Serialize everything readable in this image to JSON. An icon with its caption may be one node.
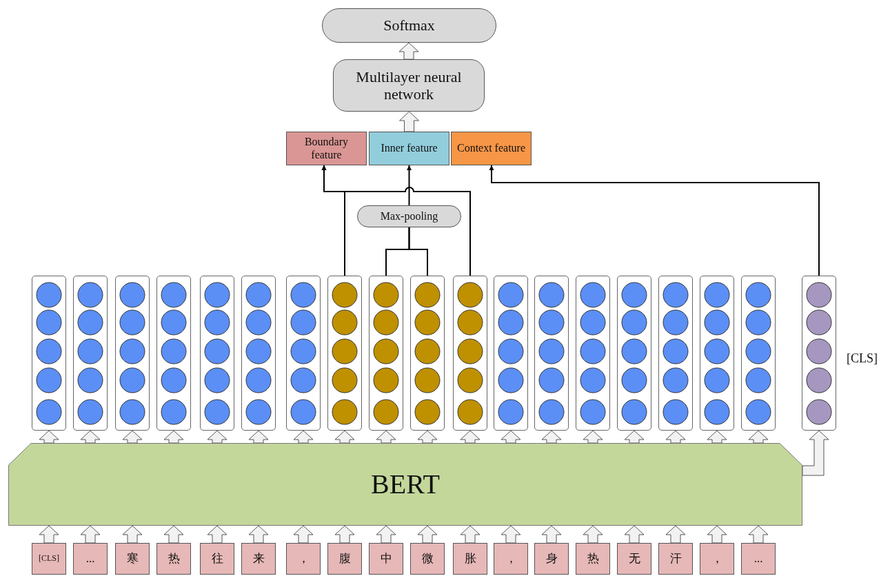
{
  "diagram": {
    "nodes": [
      {
        "text": [
          "Softmax"
        ]
      },
      {
        "text": [
          "Multilayer neural network"
        ]
      },
      {
        "text": [
          "Boundary feature"
        ]
      },
      {
        "text": [
          "Inner feature"
        ]
      },
      {
        "text": [
          "Context feature"
        ]
      },
      {
        "text": [
          "Max-pooling"
        ]
      },
      {
        "text": [],
        "shape": "box"
      },
      {
        "text": [],
        "shape": "box"
      },
      {
        "text": [],
        "shape": "box"
      },
      {
        "text": [],
        "shape": "box"
      },
      {
        "text": [],
        "shape": "box"
      },
      {
        "text": [],
        "shape": "box"
      },
      {
        "text": [],
        "shape": "box"
      },
      {
        "text": [],
        "shape": "box"
      },
      {
        "text": [],
        "shape": "box"
      },
      {
        "text": [],
        "shape": "box"
      },
      {
        "text": [],
        "shape": "box"
      },
      {
        "text": [],
        "shape": "box"
      },
      {
        "text": [],
        "shape": "box"
      },
      {
        "text": [],
        "shape": "box"
      },
      {
        "text": [],
        "shape": "box"
      },
      {
        "text": [],
        "shape": "box"
      },
      {
        "text": [],
        "shape": "box"
      },
      {
        "text": [],
        "shape": "box"
      },
      {
        "text": [],
        "shape": "box",
        "beside": [
          "[CLS]"
        ]
      },
      {
        "text": [
          "BERT"
        ]
      },
      {
        "text": [
          "[CLS]"
        ]
      },
      {
        "text": [
          "..."
        ]
      },
      {
        "text": [
          "寒"
        ]
      },
      {
        "text": [
          "热"
        ]
      },
      {
        "text": [
          "往"
        ]
      },
      {
        "text": [
          "来"
        ]
      },
      {
        "text": [
          "，"
        ]
      },
      {
        "text": [
          "腹"
        ]
      },
      {
        "text": [
          "中"
        ]
      },
      {
        "text": [
          "微"
        ]
      },
      {
        "text": [
          "胀"
        ]
      },
      {
        "text": [
          "，"
        ]
      },
      {
        "text": [
          "身"
        ]
      },
      {
        "text": [
          "热"
        ]
      },
      {
        "text": [
          "无"
        ]
      },
      {
        "text": [
          "汗"
        ]
      },
      {
        "text": [
          "，"
        ]
      },
      {
        "text": [
          "..."
        ]
      }
    ],
    "edges": [
      {
        "from": 1,
        "to": 0,
        "arrow": "to",
        "style": "thick"
      },
      {
        "from": 3,
        "to": 1,
        "arrow": "to",
        "style": "thick"
      },
      {
        "from": 13,
        "to": 2,
        "arrow": "to"
      },
      {
        "from": 16,
        "to": 2,
        "arrow": "to"
      },
      {
        "from": 14,
        "to": 5,
        "arrow": "none"
      },
      {
        "from": 15,
        "to": 5,
        "arrow": "none"
      },
      {
        "from": 5,
        "to": 3,
        "arrow": "to"
      },
      {
        "from": 24,
        "to": 4,
        "arrow": "to"
      },
      {
        "from": 25,
        "to": 24,
        "arrow": "to",
        "style": "thick"
      },
      {
        "from": 25,
        "to": 6,
        "arrow": "to",
        "style": "thick"
      },
      {
        "from": 25,
        "to": 7,
        "arrow": "to",
        "style": "thick"
      },
      {
        "from": 25,
        "to": 8,
        "arrow": "to",
        "style": "thick"
      },
      {
        "from": 25,
        "to": 9,
        "arrow": "to",
        "style": "thick"
      },
      {
        "from": 25,
        "to": 10,
        "arrow": "to",
        "style": "thick"
      },
      {
        "from": 25,
        "to": 11,
        "arrow": "to",
        "style": "thick"
      },
      {
        "from": 25,
        "to": 12,
        "arrow": "to",
        "style": "thick"
      },
      {
        "from": 25,
        "to": 13,
        "arrow": "to",
        "style": "thick"
      },
      {
        "from": 25,
        "to": 14,
        "arrow": "to",
        "style": "thick"
      },
      {
        "from": 25,
        "to": 15,
        "arrow": "to",
        "style": "thick"
      },
      {
        "from": 25,
        "to": 16,
        "arrow": "to",
        "style": "thick"
      },
      {
        "from": 25,
        "to": 17,
        "arrow": "to",
        "style": "thick"
      },
      {
        "from": 25,
        "to": 18,
        "arrow": "to",
        "style": "thick"
      },
      {
        "from": 25,
        "to": 19,
        "arrow": "to",
        "style": "thick"
      },
      {
        "from": 25,
        "to": 20,
        "arrow": "to",
        "style": "thick"
      },
      {
        "from": 25,
        "to": 21,
        "arrow": "to",
        "style": "thick"
      },
      {
        "from": 25,
        "to": 22,
        "arrow": "to",
        "style": "thick"
      },
      {
        "from": 25,
        "to": 23,
        "arrow": "to",
        "style": "thick"
      },
      {
        "from": 26,
        "to": 25,
        "arrow": "to",
        "style": "thick"
      },
      {
        "from": 27,
        "to": 25,
        "arrow": "to",
        "style": "thick"
      },
      {
        "from": 28,
        "to": 25,
        "arrow": "to",
        "style": "thick"
      },
      {
        "from": 29,
        "to": 25,
        "arrow": "to",
        "style": "thick"
      },
      {
        "from": 30,
        "to": 25,
        "arrow": "to",
        "style": "thick"
      },
      {
        "from": 31,
        "to": 25,
        "arrow": "to",
        "style": "thick"
      },
      {
        "from": 32,
        "to": 25,
        "arrow": "to",
        "style": "thick"
      },
      {
        "from": 33,
        "to": 25,
        "arrow": "to",
        "style": "thick"
      },
      {
        "from": 34,
        "to": 25,
        "arrow": "to",
        "style": "thick"
      },
      {
        "from": 35,
        "to": 25,
        "arrow": "to",
        "style": "thick"
      },
      {
        "from": 36,
        "to": 25,
        "arrow": "to",
        "style": "thick"
      },
      {
        "from": 37,
        "to": 25,
        "arrow": "to",
        "style": "thick"
      },
      {
        "from": 38,
        "to": 25,
        "arrow": "to",
        "style": "thick"
      },
      {
        "from": 39,
        "to": 25,
        "arrow": "to",
        "style": "thick"
      },
      {
        "from": 40,
        "to": 25,
        "arrow": "to",
        "style": "thick"
      },
      {
        "from": 41,
        "to": 25,
        "arrow": "to",
        "style": "thick"
      },
      {
        "from": 42,
        "to": 25,
        "arrow": "to",
        "style": "thick"
      },
      {
        "from": 43,
        "to": 25,
        "arrow": "to",
        "style": "thick"
      }
    ]
  }
}
